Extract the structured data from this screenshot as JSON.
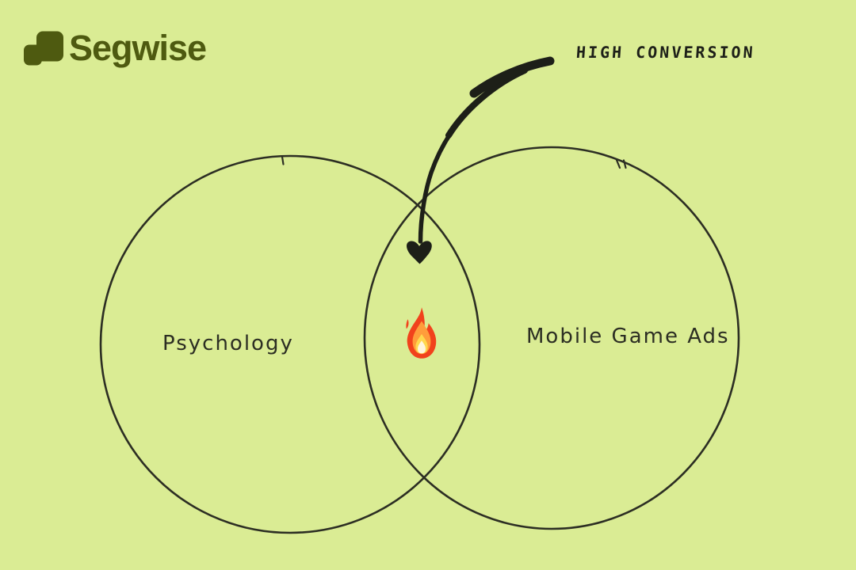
{
  "brand": {
    "name": "Segwise"
  },
  "colors": {
    "background": "#daec94",
    "ink": "#1d1f18",
    "stroke": "#2c2e23",
    "brand_green": "#4e5a10",
    "flame_red": "#f1421c",
    "flame_orange": "#ff9d3b",
    "flame_yellow": "#ffd84d",
    "flame_core": "#fff6dd"
  },
  "diagram": {
    "type": "venn",
    "annotation_label": "HIGH CONVERSION",
    "left_set": {
      "label": "Psychology"
    },
    "right_set": {
      "label": "Mobile Game Ads"
    },
    "intersection_icon": "fire"
  }
}
